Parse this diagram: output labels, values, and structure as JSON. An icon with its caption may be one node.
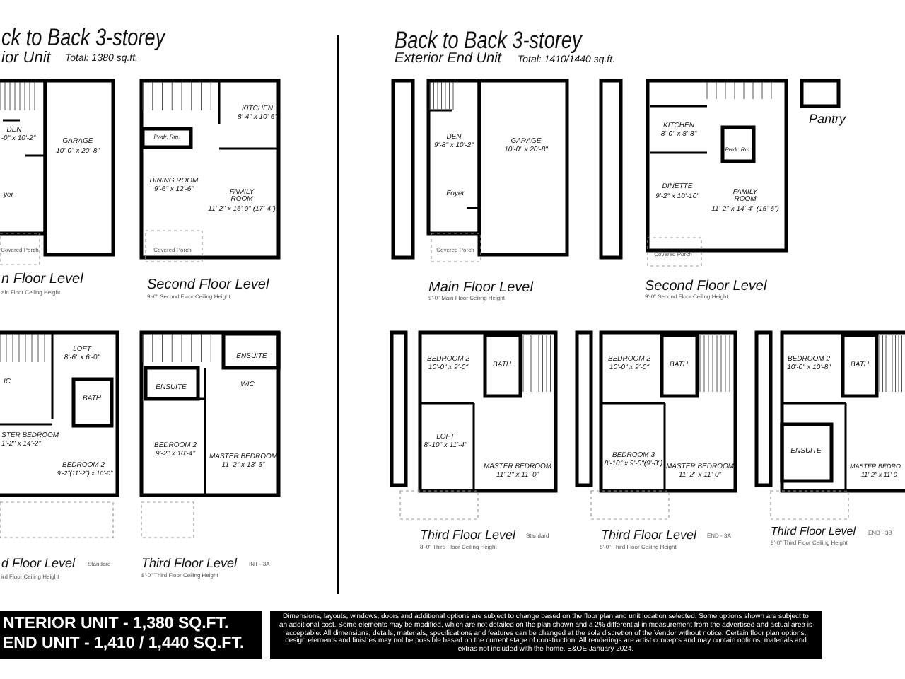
{
  "diagram": {
    "nodes": [
      {
        "text": [
          "NTERIOR UNIT - 1,380 SQ.FT.",
          "END UNIT - 1,410 / 1,440 SQ.FT."
        ]
      },
      {
        "text": [
          "Dimensions, layouts, windows, doors and additional options are subject to change based on the floor plan and unit location selected. Some options shown are subject to an additional cost. Some elements may be modified, which are not detailed on the plan shown and a 2% differential in measurement from the advertised and actual area is acceptable. All dimensions, details, materials, specifications and features can be changed at the sole discretion of the Vendor without notice. Certain floor plan options, design elements and finishes may not be possible based on the current stage of construction. All renderings are artist concepts and may contain options, materials and extras not included with the home. E&OE January 2024."
        ]
      }
    ],
    "labels": [
      "ck to Back 3-storey",
      "ior Unit",
      "Total: 1380 sq.ft.",
      "DEN",
      "-0\" x 10'-2\"",
      "yer",
      "GARAGE",
      "10'-0\" x 20'-8\"",
      "Covered Porch",
      "n Floor Level",
      "ain Floor Ceiling Height",
      "KITCHEN",
      "8'-4\" x 10'-6\"",
      "Pwdr. Rm.",
      "DINING ROOM",
      "9'-6\" x 12'-6\"",
      "FAMILY ROOM",
      "11'-2\" x 16'-0\" (17'-4\")",
      "Covered Porch",
      "Second Floor Level",
      "9'-0\" Second Floor Ceiling Height",
      "LOFT",
      "8'-6\" x 6'-0\"",
      "IC",
      "BATH",
      "STER BEDROOM",
      "1'-2\" x 14'-2\"",
      "BEDROOM 2",
      "9'-2\"(11'-2\") x 10'-0\"",
      "d Floor Level",
      "Standard",
      "ird Floor Ceiling Height",
      "ENSUITE",
      "WIC",
      "ENSUITE",
      "BEDROOM 2",
      "9'-2\" x 10'-4\"",
      "MASTER BEDROOM",
      "11'-2\" x 13'-6\"",
      "Third Floor Level",
      "INT - 3A",
      "8'-0\" Third Floor Ceiling Height",
      "Back to Back 3-storey",
      "Exterior End Unit",
      "Total: 1410/1440 sq.ft.",
      "DEN",
      "9'-8\" x 10'-2\"",
      "GARAGE",
      "10'-0\" x 20'-8\"",
      "Foyer",
      "Covered Porch",
      "Main Floor Level",
      "9'-0\" Main Floor Ceiling Height",
      "KITCHEN",
      "8'-0\" x 8'-8\"",
      "Pwdr. Rm.",
      "DINETTE",
      "9'-2\" x 10'-10\"",
      "FAMILY ROOM",
      "11'-2\" x 14'-4\" (15'-6\")",
      "Covered Porch",
      "Second Floor Level",
      "9'-0\" Second Floor Ceiling Height",
      "Pantry",
      "BEDROOM 2",
      "10'-0\" x 9'-0\"",
      "BATH",
      "LOFT",
      "8'-10\" x 11'-4\"",
      "MASTER BEDROOM",
      "11'-2\" x 11'-0\"",
      "Third Floor Level",
      "Standard",
      "8'-0\" Third Floor Ceiling Height",
      "BEDROOM 2",
      "10'-0\" x 9'-0\"",
      "BATH",
      "BEDROOM 3",
      "8'-10\" x 9'-0\"(9'-8\")",
      "MASTER BEDROOM",
      "11'-2\" x 11'-0\"",
      "Third Floor Level",
      "END - 3A",
      "8'-0\" Third Floor Ceiling Height",
      "BEDROOM 2",
      "10'-0\" x 10'-8\"",
      "BATH",
      "ENSUITE",
      "MASTER BEDRO",
      "11'-2\" x 11'-0",
      "Third Floor Level",
      "END - 3B",
      "8'-0\" Third Floor Ceiling Height"
    ]
  }
}
